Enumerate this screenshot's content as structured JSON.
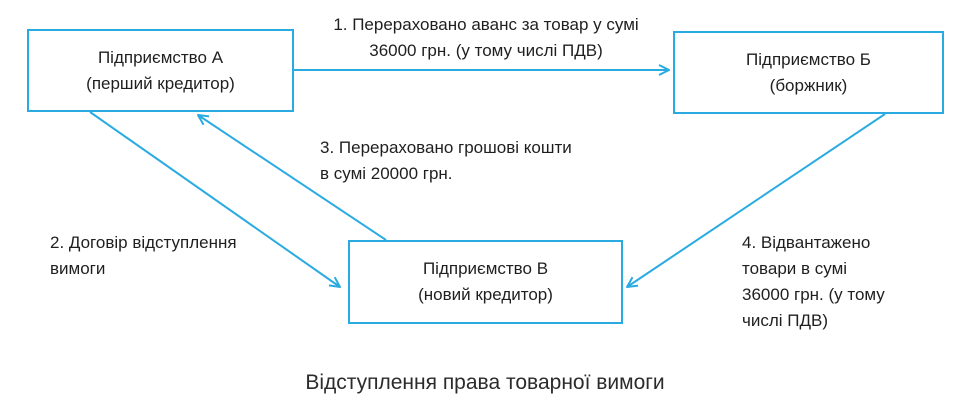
{
  "diagram": {
    "colors": {
      "accent": "#29abe2",
      "text": "#1f1f1f"
    },
    "boxes": {
      "a": {
        "line1": "Підприємство А",
        "line2": "(перший кредитор)"
      },
      "b": {
        "line1": "Підприємство Б",
        "line2": "(боржник)"
      },
      "v": {
        "line1": "Підприємство В",
        "line2": "(новий кредитор)"
      }
    },
    "flows": {
      "step1": {
        "line1": "1. Перераховано аванс за товар у сумі",
        "line2": "36000 грн. (у тому числі ПДВ)"
      },
      "step2": {
        "line1": "2. Договір відступлення",
        "line2": "вимоги"
      },
      "step3": {
        "line1": "3. Перераховано грошові кошти",
        "line2": "в сумі 20000 грн."
      },
      "step4": {
        "line1": "4. Відвантажено",
        "line2": "товари в сумі",
        "line3": "36000 грн. (у тому",
        "line4": "числі ПДВ)"
      }
    },
    "caption": "Відступлення права товарної вимоги"
  }
}
